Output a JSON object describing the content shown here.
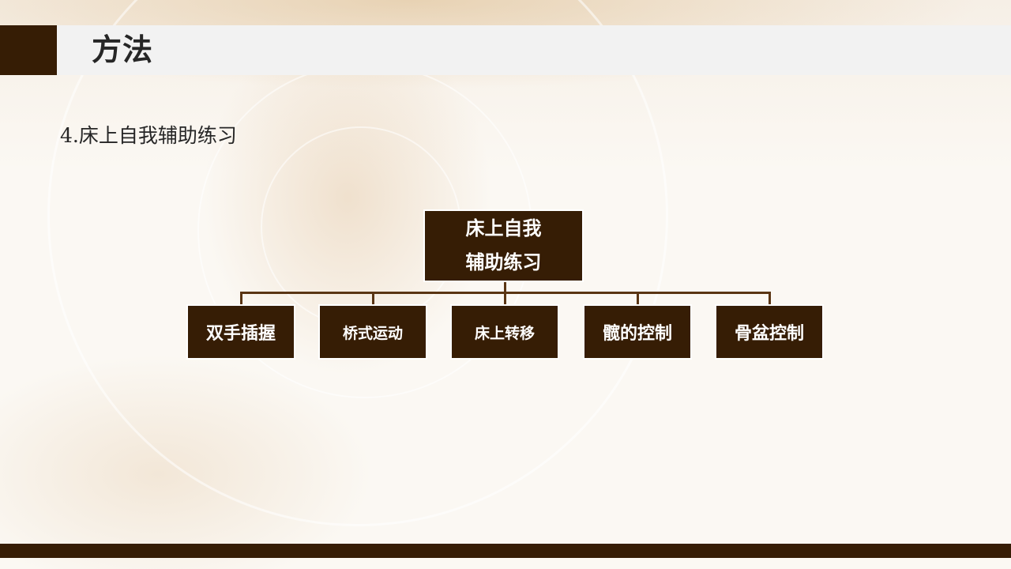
{
  "slide": {
    "title": "方法",
    "subtitle": "4.床上自我辅助练习"
  },
  "diagram": {
    "type": "hierarchy",
    "root": {
      "label": "床上自我辅助练习",
      "lines": [
        "床上自我",
        "辅助练习"
      ]
    },
    "children": [
      {
        "label": "双手插握"
      },
      {
        "label": "桥式运动"
      },
      {
        "label": "床上转移"
      },
      {
        "label": "髋的控制"
      },
      {
        "label": "骨盆控制"
      }
    ]
  },
  "colors": {
    "accent": "#361d05",
    "header_band": "#f2f2f2",
    "connector": "#5a3513",
    "node_text": "#ffffff",
    "title_text": "#262626"
  }
}
